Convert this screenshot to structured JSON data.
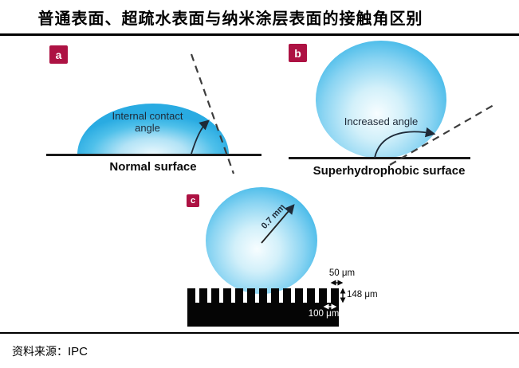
{
  "title": "普通表面、超疏水表面与纳米涂层表面的接触角区别",
  "panels": [
    {
      "tag": "a",
      "annotation": "Internal contact angle",
      "caption": "Normal surface"
    },
    {
      "tag": "b",
      "annotation": "Increased angle",
      "caption": "Superhydrophobic surface"
    },
    {
      "tag": "c",
      "radius_label": "0.7 mm",
      "measurements": {
        "gap": "50 μm",
        "depth": "148 μm",
        "pitch": "100 μm"
      }
    }
  ],
  "source": {
    "label": "资料来源：",
    "value": "IPC"
  },
  "colors": {
    "accent_tag": "#ad1243",
    "droplet_blue": "#29abe2",
    "droplet_highlight": "#f7fdff",
    "line_black": "#1a1a1a"
  }
}
